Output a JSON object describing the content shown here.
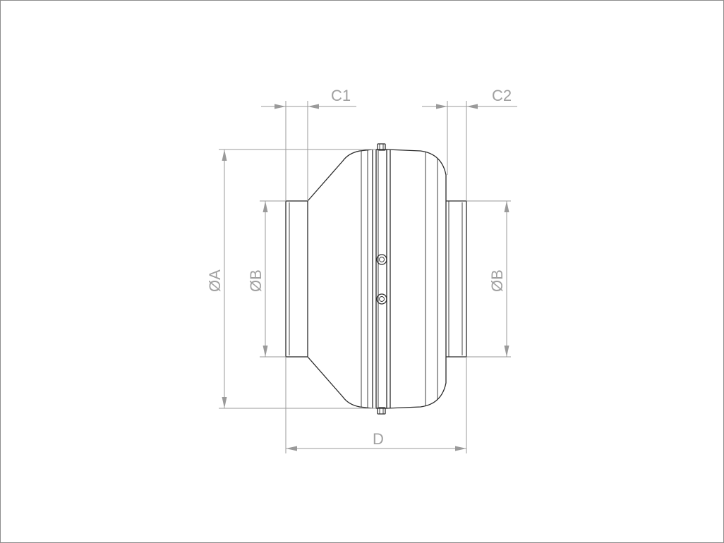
{
  "drawing": {
    "labels": {
      "c1": "C1",
      "c2": "C2",
      "diameter_a": "ØA",
      "diameter_b_left": "ØB",
      "diameter_b_right": "ØB",
      "length_d": "D"
    },
    "colors": {
      "dimension": "#9a9a9a",
      "outline": "#2b2b2b",
      "label": "#a0a0a0",
      "frame": "#8c8c8c"
    }
  }
}
